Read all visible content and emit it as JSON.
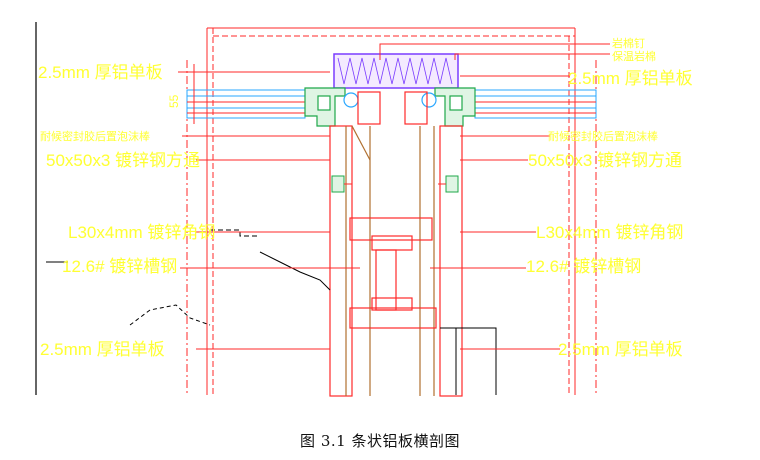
{
  "labels": {
    "left_top": "2.5mm 厚铝单板",
    "left_dim": "55",
    "left_seal": "耐候密封胶后置泡沫棒",
    "left_tube": "50x50x3 镀锌钢方通",
    "left_angle": "L30x4mm 镀锌角钢",
    "left_channel": "12.6# 镀锌槽钢",
    "left_bottom": "2.5mm 厚铝单板",
    "right_rivet": "岩棉钉",
    "right_insul": "保温岩棉",
    "right_top": "2.5mm 厚铝单板",
    "right_seal": "耐候密封胶后置泡沫棒",
    "right_tube": "50x50x3 镀锌钢方通",
    "right_angle": "L30x4mm 镀锌角钢",
    "right_channel": "12.6# 镀锌槽钢",
    "right_bottom": "2.5mm 厚铝单板"
  },
  "caption": "图 3.1 条状铝板横剖图",
  "colors": {
    "background": "#ffffff",
    "label_text": "#ffff33",
    "leader": "#ff2a2a",
    "insulation": "#7a3cff",
    "profile": "#1fa84a",
    "panel_blue": "#2aa7ff"
  }
}
